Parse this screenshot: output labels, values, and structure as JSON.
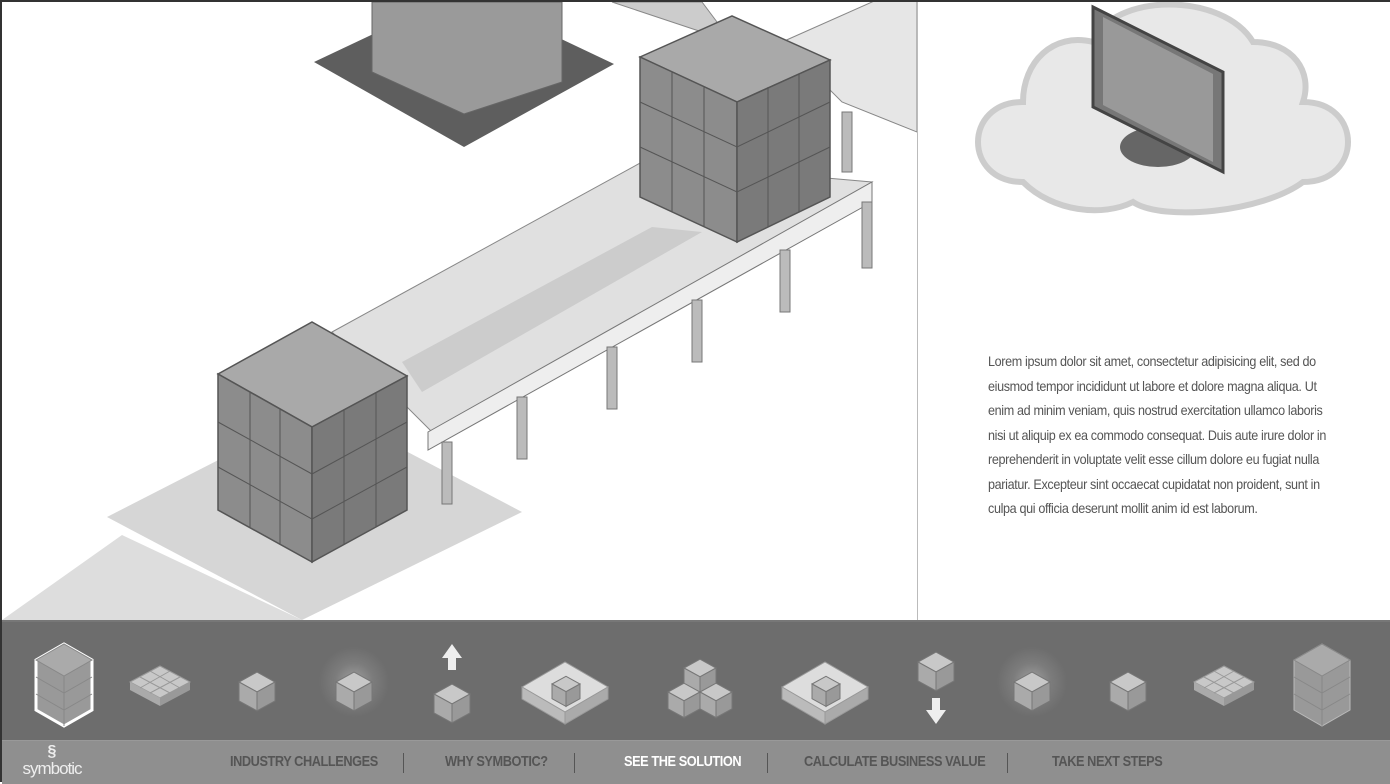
{
  "sidebar": {
    "description": "Lorem ipsum dolor sit amet, consectetur adipisicing elit, sed do eiusmod tempor incididunt ut labore et dolore magna aliqua. Ut enim ad minim veniam, quis nostrud exercitation ullamco laboris nisi ut aliquip ex ea commodo consequat. Duis aute irure dolor in reprehenderit in voluptate velit esse cillum dolore eu fugiat nulla pariatur. Excepteur sint occaecat cupidatat non proident, sunt in culpa qui officia deserunt mollit anim id est laborum."
  },
  "steps": [
    {
      "icon": "pallet-icon",
      "selected": true
    },
    {
      "icon": "layer-icon"
    },
    {
      "icon": "case-icon"
    },
    {
      "icon": "case-highlight-icon"
    },
    {
      "icon": "case-lift-up-icon"
    },
    {
      "icon": "bot-icon"
    },
    {
      "icon": "case-group-icon"
    },
    {
      "icon": "bot-icon"
    },
    {
      "icon": "case-lift-down-icon"
    },
    {
      "icon": "case-highlight-icon"
    },
    {
      "icon": "case-icon"
    },
    {
      "icon": "layer-icon"
    },
    {
      "icon": "pallet-icon"
    }
  ],
  "brand": {
    "logo_text": "symbotic"
  },
  "nav": {
    "items": [
      "INDUSTRY CHALLENGES",
      "WHY SYMBOTIC?",
      "SEE THE SOLUTION",
      "CALCULATE BUSINESS VALUE",
      "TAKE NEXT STEPS"
    ],
    "active_index": 2
  },
  "colors": {
    "strip": "#6d6d6d",
    "nav": "#8f8f8f",
    "active": "#ffffff",
    "inactive": "#555555"
  }
}
